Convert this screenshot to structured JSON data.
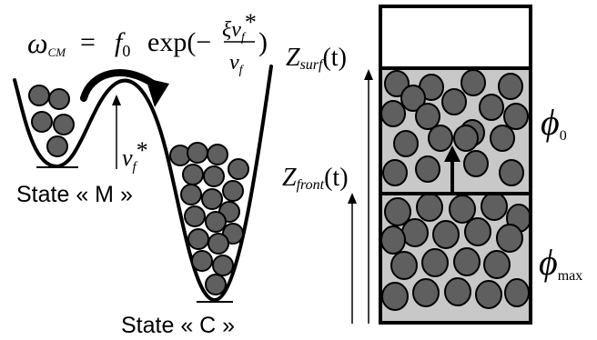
{
  "equation": {
    "omega": "ω",
    "omega_sub": "CM",
    "equals": " = ",
    "f": "f",
    "f_sub": "0",
    "exp_open": "exp(−",
    "numerator_xi": "ξ",
    "numerator_v": "v",
    "numerator_v_sub": "f",
    "numerator_star": "*",
    "denominator_v": "v",
    "denominator_v_sub": "f",
    "close": ")"
  },
  "left_panel": {
    "barrier_label_v": "v",
    "barrier_label_sub": "f",
    "barrier_label_star": "*",
    "state_m": "State « M »",
    "state_c": "State « C »"
  },
  "right_panel": {
    "z_surf_main": "Z",
    "z_surf_sub": "surf",
    "z_surf_arg": "(t)",
    "z_front_main": "Z",
    "z_front_sub": "front",
    "z_front_arg": "(t)",
    "phi0_symbol": "ϕ",
    "phi0_sub": "0",
    "phimax_symbol": "ϕ",
    "phimax_sub": "max"
  },
  "colors": {
    "ink": "#000000",
    "particle_fill": "#5f5f5f",
    "packing_fill": "#c8c8c8",
    "background": "#ffffff"
  }
}
